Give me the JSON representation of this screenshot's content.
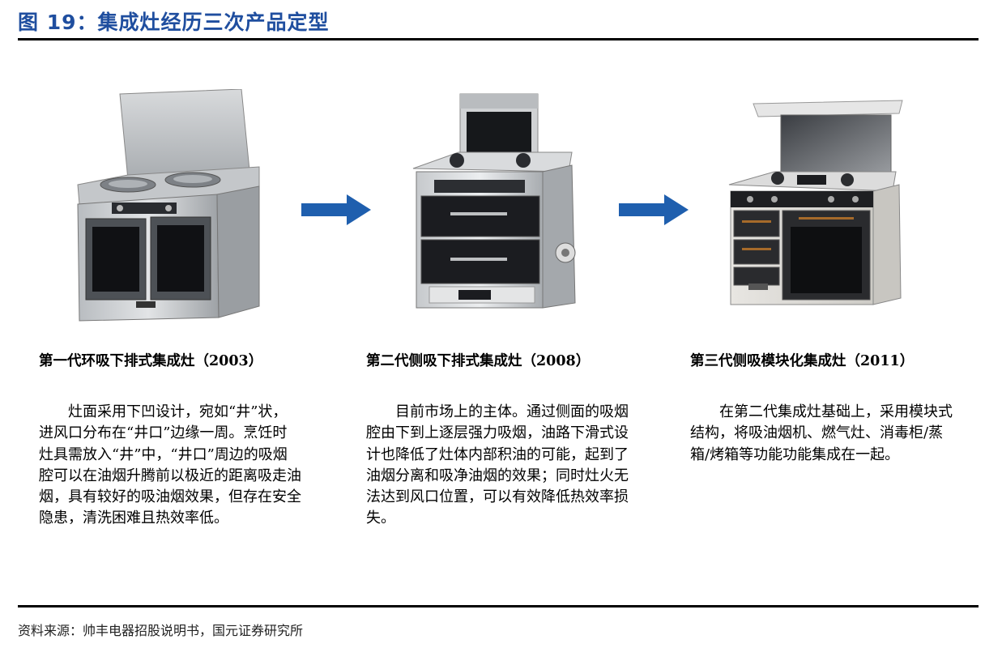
{
  "figure": {
    "title": "图 19：集成灶经历三次产品定型"
  },
  "generations": [
    {
      "caption": "第一代环吸下排式集成灶（2003）",
      "description": "灶面采用下凹设计，宛如“井”状，进风口分布在“井口”边缘一周。烹饪时灶具需放入“井”中，“井口”周边的吸烟腔可以在油烟升腾前以极近的距离吸走油烟，具有较好的吸油烟效果，但存在安全隐患，清洗困难且热效率低。"
    },
    {
      "caption": "第二代侧吸下排式集成灶（2008）",
      "description": "目前市场上的主体。通过侧面的吸烟腔由下到上逐层强力吸烟，油路下滑式设计也降低了灶体内部积油的可能，起到了油烟分离和吸净油烟的效果；同时灶火无法达到风口位置，可以有效降低热效率损失。"
    },
    {
      "caption": "第三代侧吸模块化集成灶（2011）",
      "description": "在第二代集成灶基础上，采用模块式结构，将吸油烟机、燃气灶、消毒柜/蒸箱/烤箱等功能功能集成在一起。"
    }
  ],
  "source": "资料来源：帅丰电器招股说明书，国元证券研究所",
  "colors": {
    "title": "#1f4e9f",
    "arrow": "#1f5fae"
  }
}
